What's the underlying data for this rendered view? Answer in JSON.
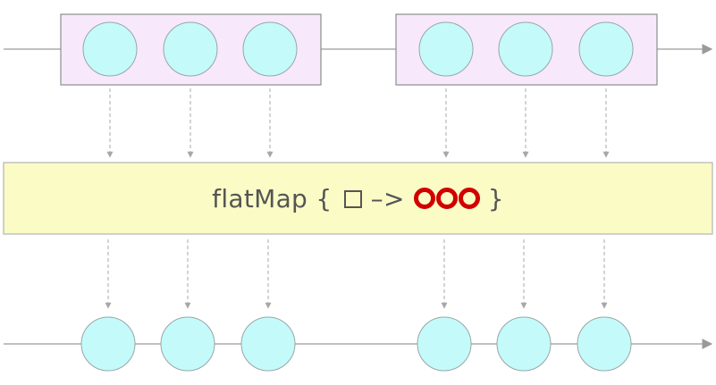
{
  "operator": {
    "name": "flatMap",
    "open_brace": "{",
    "arrow": "–>",
    "close_brace": "}",
    "input_symbol": "square-icon",
    "output_symbol": "red-ring-icon",
    "output_count": 3
  },
  "input_stream": {
    "groups": [
      {
        "items": 3
      },
      {
        "items": 3
      }
    ]
  },
  "output_stream": {
    "items": 6
  },
  "colors": {
    "marble_fill": "#c4fafa",
    "marble_stroke": "#9aa6a6",
    "group_fill": "#f7e9fb",
    "group_stroke": "#8d8d8d",
    "operator_fill": "#fbfbc6",
    "operator_stroke": "#b4b4b4",
    "timeline": "#9a9a9a",
    "arrow": "#a8a8a8",
    "ring": "#d10000"
  }
}
